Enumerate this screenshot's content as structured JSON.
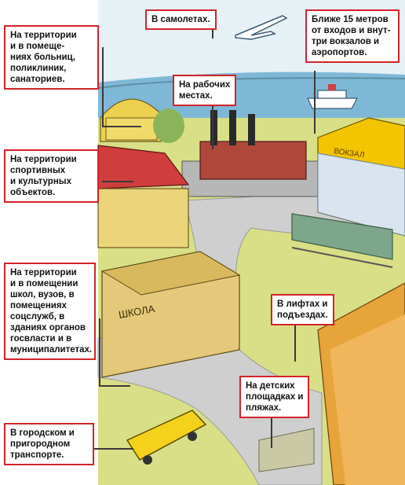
{
  "colors": {
    "callout_border": "#d2232a",
    "callout_text": "#111111",
    "sea": "#7fb8d6",
    "sky": "#e6f1f6",
    "station": "#f2c500",
    "school": "#e4c97a",
    "factory": "#b0473b",
    "house_roof": "#cf3d3d",
    "bus": "#f4d21c",
    "train": "#7ea68a"
  },
  "illustration": {
    "station_sign": "ВОКЗАЛ",
    "school_sign": "ШКОЛА"
  },
  "callouts": {
    "planes": [
      "В самолетах."
    ],
    "stations": [
      "Ближе 15 метров",
      "от входов и внут-",
      "три вокзалов и",
      "аэропортов."
    ],
    "hospitals": [
      "На территории",
      "и в помеще-",
      "ниях больниц,",
      "поликлиник,",
      "санаториев."
    ],
    "workplaces": [
      "На рабочих",
      "местах."
    ],
    "sports": [
      "На территории",
      "спортивных",
      "и культурных",
      "объектов."
    ],
    "schools": [
      "На территории",
      "и в помещении",
      "школ, вузов, в",
      "помещениях",
      "соцслужб, в",
      "зданиях органов",
      "госвласти и в",
      "муниципалитетах."
    ],
    "lifts": [
      "В лифтах и",
      "подъездах."
    ],
    "playgrounds": [
      "На детских",
      "площадках и",
      "пляжах."
    ],
    "transport": [
      "В городском и",
      "пригородном",
      "транспорте."
    ]
  }
}
